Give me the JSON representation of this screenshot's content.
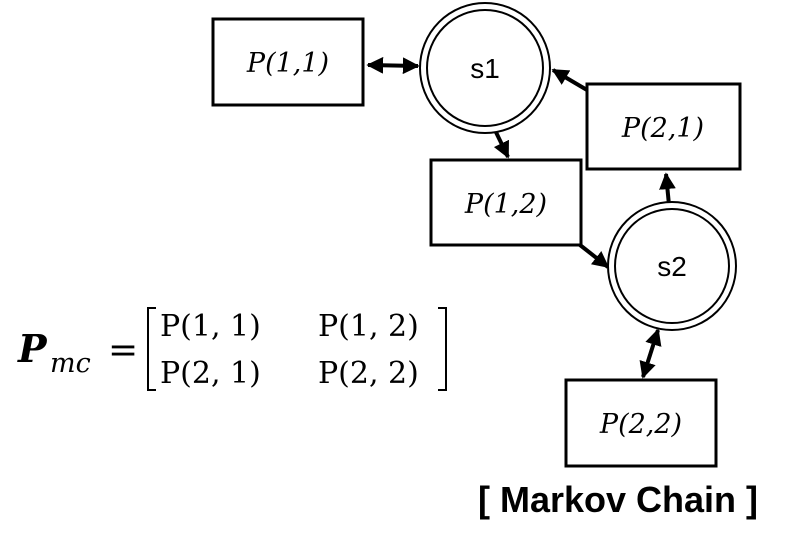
{
  "states": {
    "s1": {
      "label": "s1"
    },
    "s2": {
      "label": "s2"
    }
  },
  "transitions": {
    "p11": {
      "label": "P(1,1)"
    },
    "p12": {
      "label": "P(1,2)"
    },
    "p21": {
      "label": "P(2,1)"
    },
    "p22": {
      "label": "P(2,2)"
    }
  },
  "matrix": {
    "symbol": "P",
    "subscript": "mc",
    "equals": "=",
    "rows": [
      [
        "P(1, 1)",
        "P(1, 2)"
      ],
      [
        "P(2, 1)",
        "P(2, 2)"
      ]
    ]
  },
  "caption": "[ Markov Chain ]"
}
